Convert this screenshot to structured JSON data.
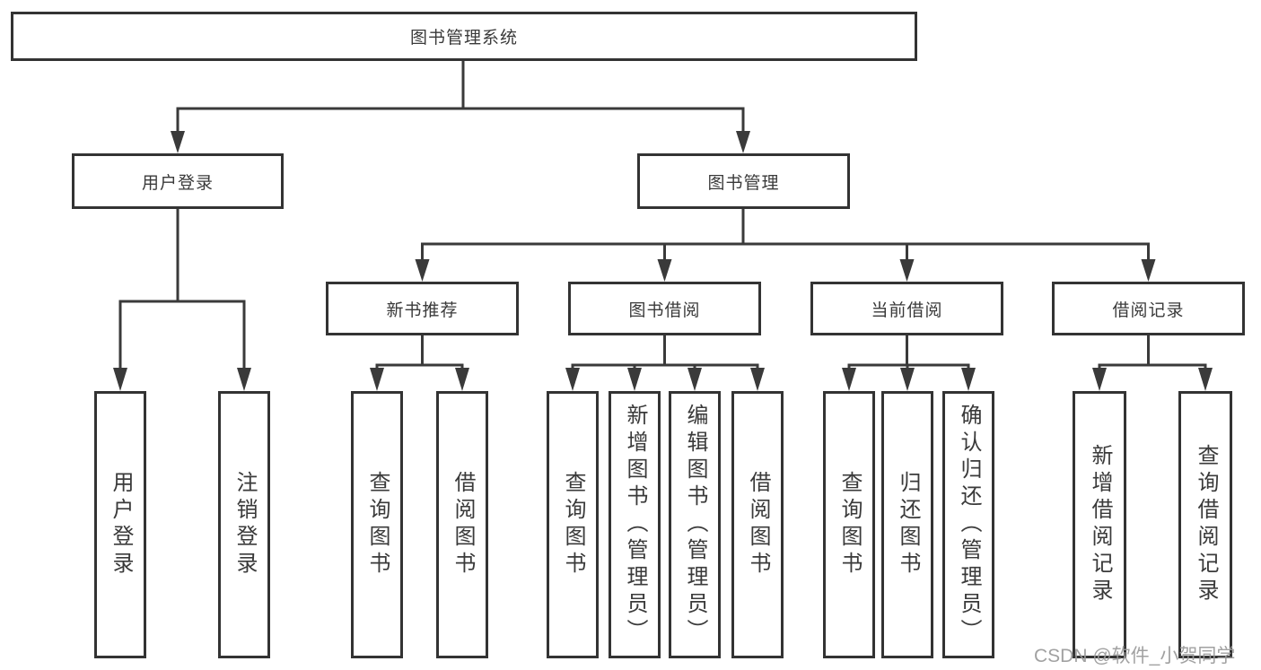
{
  "diagram": {
    "tree": {
      "label": "图书管理系统",
      "children": [
        {
          "label": "用户登录",
          "children": [
            {
              "label": "用户登录"
            },
            {
              "label": "注销登录"
            }
          ]
        },
        {
          "label": "图书管理",
          "children": [
            {
              "label": "新书推荐",
              "children": [
                {
                  "label": "查询图书"
                },
                {
                  "label": "借阅图书"
                }
              ]
            },
            {
              "label": "图书借阅",
              "children": [
                {
                  "label": "查询图书"
                },
                {
                  "label": "新增图书（管理员）"
                },
                {
                  "label": "编辑图书（管理员）"
                },
                {
                  "label": "借阅图书"
                }
              ]
            },
            {
              "label": "当前借阅",
              "children": [
                {
                  "label": "查询图书"
                },
                {
                  "label": "归还图书"
                },
                {
                  "label": "确认归还（管理员）"
                }
              ]
            },
            {
              "label": "借阅记录",
              "children": [
                {
                  "label": "新增借阅记录"
                },
                {
                  "label": "查询借阅记录"
                }
              ]
            }
          ]
        }
      ]
    },
    "line_color": "#3a3a3a",
    "watermark": "CSDN @软件_小贺同学"
  }
}
